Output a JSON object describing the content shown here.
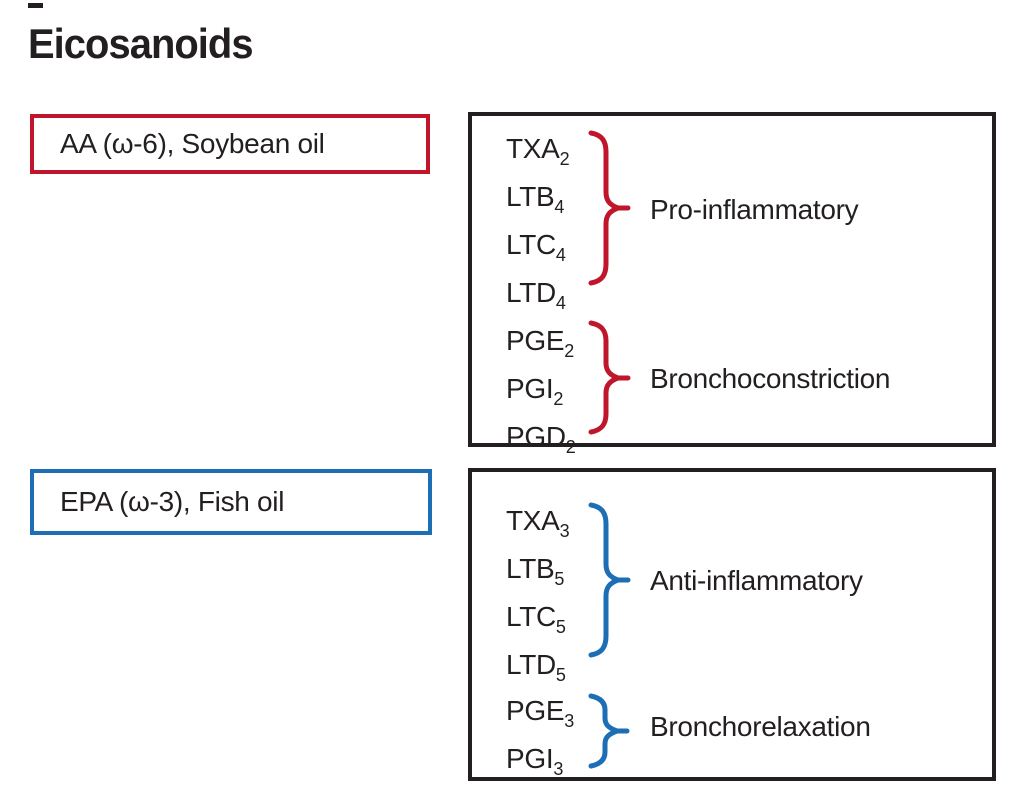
{
  "title": "Eicosanoids",
  "colors": {
    "red": "#c0162c",
    "blue": "#1e6eb5",
    "ink": "#231f20",
    "background": "#ffffff"
  },
  "icons": {
    "brace_glyph": "}"
  },
  "sources": [
    {
      "label": "AA (ω-6), Soybean oil",
      "accent": "red"
    },
    {
      "label": "EPA (ω-3), Fish oil",
      "accent": "blue"
    }
  ],
  "panels": [
    {
      "source": "AA (ω-6), Soybean oil",
      "accent": "red",
      "groups": [
        {
          "mediators": [
            {
              "base": "TXA",
              "sub": "2"
            },
            {
              "base": "LTB",
              "sub": "4"
            },
            {
              "base": "LTC",
              "sub": "4"
            },
            {
              "base": "LTD",
              "sub": "4"
            }
          ],
          "effect": "Pro-inflammatory"
        },
        {
          "mediators": [
            {
              "base": "PGE",
              "sub": "2"
            },
            {
              "base": "PGI",
              "sub": "2"
            },
            {
              "base": "PGD",
              "sub": "2"
            }
          ],
          "effect": "Bronchoconstriction"
        }
      ]
    },
    {
      "source": "EPA (ω-3), Fish oil",
      "accent": "blue",
      "groups": [
        {
          "mediators": [
            {
              "base": "TXA",
              "sub": "3"
            },
            {
              "base": "LTB",
              "sub": "5"
            },
            {
              "base": "LTC",
              "sub": "5"
            },
            {
              "base": "LTD",
              "sub": "5"
            }
          ],
          "effect": "Anti-inflammatory"
        },
        {
          "mediators": [
            {
              "base": "PGE",
              "sub": "3"
            },
            {
              "base": "PGI",
              "sub": "3"
            }
          ],
          "effect": "Bronchorelaxation"
        }
      ]
    }
  ]
}
